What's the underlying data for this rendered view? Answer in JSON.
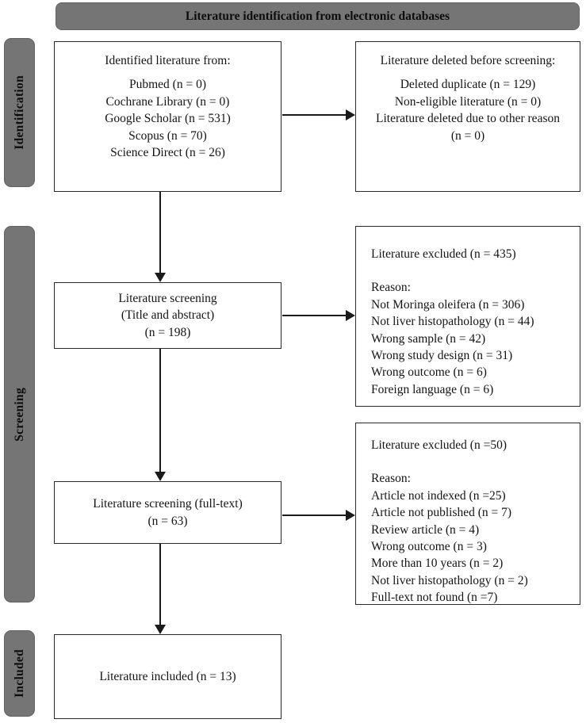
{
  "title": "Literature identification from electronic databases",
  "colors": {
    "bar_gray": "#757575",
    "box_border": "#2b2b2b",
    "background": "#ffffff",
    "arrow": "#1a1a1a"
  },
  "stages": [
    {
      "label": "Identification"
    },
    {
      "label": "Screening"
    },
    {
      "label": "Included"
    }
  ],
  "boxes": {
    "identified": {
      "title": "Identified literature from:",
      "lines": [
        "Pubmed (n = 0)",
        "Cochrane Library (n = 0)",
        "Google Scholar (n = 531)",
        "Scopus (n = 70)",
        "Science Direct (n = 26)"
      ]
    },
    "deleted_before_screening": {
      "title": "Literature deleted before screening:",
      "lines": [
        "Deleted duplicate (n = 129)",
        "Non-eligible literature (n = 0)",
        "Literature deleted due to other reason (n = 0)"
      ]
    },
    "screening_title_abstract": {
      "lines": [
        "Literature screening",
        "(Title and abstract)",
        "(n = 198)"
      ]
    },
    "excluded_title_abstract": {
      "title": "Literature excluded (n = 435)",
      "reason_label": "Reason:",
      "lines": [
        "Not Moringa oleifera (n = 306)",
        "Not liver histopathology (n = 44)",
        "Wrong sample (n = 42)",
        "Wrong study design (n = 31)",
        "Wrong outcome (n = 6)",
        "Foreign language (n = 6)"
      ]
    },
    "screening_full_text": {
      "lines": [
        "Literature screening (full-text)",
        "(n = 63)"
      ]
    },
    "excluded_full_text": {
      "title": "Literature excluded (n =50)",
      "reason_label": "Reason:",
      "lines": [
        "Article not indexed (n =25)",
        "Article not published (n = 7)",
        "Review article (n = 4)",
        "Wrong outcome (n = 3)",
        "More than 10 years (n = 2)",
        "Not liver histopathology (n = 2)",
        "Full-text not found (n =7)"
      ]
    },
    "included": {
      "title": "Literature included (n = 13)"
    }
  }
}
